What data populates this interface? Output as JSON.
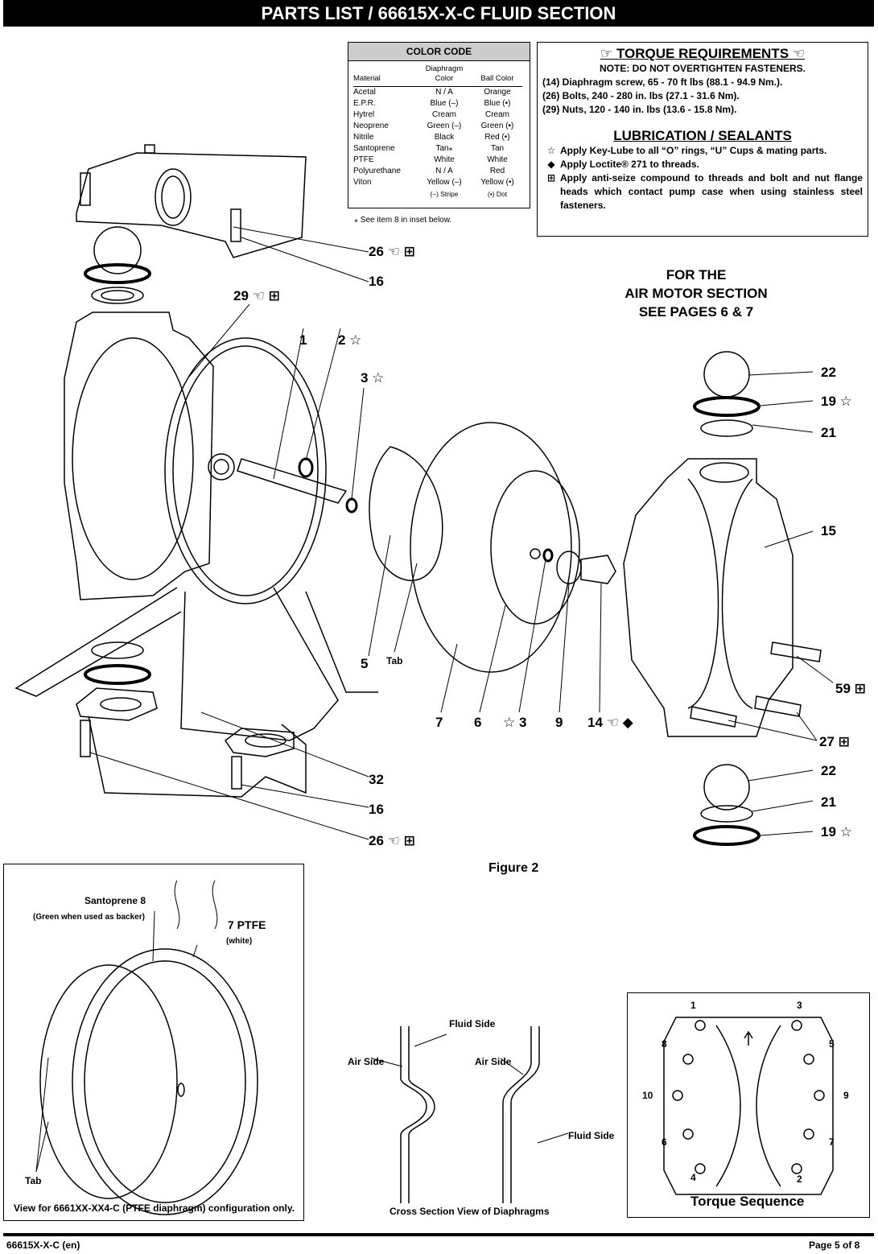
{
  "header": {
    "title": "PARTS LIST / 66615X-X-C FLUID SECTION"
  },
  "color_code": {
    "title": "COLOR CODE",
    "col_headers": {
      "material": "Material",
      "diaphragm": "Diaphragm Color",
      "ball": "Ball Color"
    },
    "rows": [
      {
        "material": "Acetal",
        "diaphragm": "N / A",
        "ball": "Orange"
      },
      {
        "material": "E.P.R.",
        "diaphragm": "Blue (–)",
        "ball": "Blue (•)"
      },
      {
        "material": "Hytrel",
        "diaphragm": "Cream",
        "ball": "Cream"
      },
      {
        "material": "Neoprene",
        "diaphragm": "Green (–)",
        "ball": "Green (•)"
      },
      {
        "material": "Nitrile",
        "diaphragm": "Black",
        "ball": "Red (•)"
      },
      {
        "material": "Santoprene",
        "diaphragm": "Tan⁎",
        "ball": "Tan"
      },
      {
        "material": "PTFE",
        "diaphragm": "White",
        "ball": "White"
      },
      {
        "material": "Polyurethane",
        "diaphragm": "N / A",
        "ball": "Red"
      },
      {
        "material": "Viton",
        "diaphragm": "Yellow (–)",
        "ball": "Yellow (•)"
      }
    ],
    "legend_stripe": "(–) Stripe",
    "legend_dot": "(•) Dot",
    "note": "⁎ See item 8 in inset below."
  },
  "torque": {
    "title": "TORQUE REQUIREMENTS",
    "note": "NOTE: DO NOT OVERTIGHTEN FASTENERS.",
    "items": [
      "(14) Diaphragm screw, 65 - 70 ft lbs (88.1 - 94.9 Nm.).",
      "(26) Bolts, 240 - 280 in. lbs (27.1 - 31.6 Nm).",
      "(29) Nuts, 120 - 140 in. lbs (13.6 - 15.8 Nm)."
    ],
    "lube_title": "LUBRICATION / SEALANTS",
    "lube_items": [
      {
        "symbol": "☆",
        "text": "Apply Key-Lube to all “O” rings, “U” Cups & mating parts."
      },
      {
        "symbol": "◆",
        "text": "Apply Loctite® 271 to threads."
      },
      {
        "symbol": "⊞",
        "text": "Apply anti-seize compound to threads and bolt and nut flange heads which contact pump case when using stainless steel fasteners."
      }
    ]
  },
  "air_motor_note": [
    "FOR THE",
    "AIR MOTOR SECTION",
    "SEE PAGES 6 & 7"
  ],
  "callouts": {
    "c26a": "26 ☜ ⊞",
    "c16a": "16",
    "c29": "29 ☜ ⊞",
    "c1": "1",
    "c2": "2 ☆",
    "c3a": "3 ☆",
    "c22a": "22",
    "c19a": "19 ☆",
    "c21a": "21",
    "c15": "15",
    "c5": "5",
    "tab1": "Tab",
    "c7": "7",
    "c6": "6",
    "c3b": "☆ 3",
    "c9": "9",
    "c14": "14 ☜ ◆",
    "c59": "59 ⊞",
    "c27": "27 ⊞",
    "c32": "32",
    "c16b": "16",
    "c26b": "26 ☜ ⊞",
    "c22b": "22",
    "c21b": "21",
    "c19b": "19 ☆"
  },
  "figure_label": "Figure 2",
  "inset": {
    "santoprene": "Santoprene 8",
    "santoprene_note": "(Green when used as backer)",
    "ptfe": "7 PTFE",
    "ptfe_note": "(white)",
    "tab": "Tab",
    "caption": "View for 6661XX-XX4-C (PTFE diaphragm) configuration only."
  },
  "cross_section": {
    "fluid_side_1": "Fluid Side",
    "air_side_1": "Air Side",
    "air_side_2": "Air Side",
    "fluid_side_2": "Fluid Side",
    "caption": "Cross Section View of Diaphragms"
  },
  "torque_sequence": {
    "numbers": [
      "1",
      "3",
      "8",
      "5",
      "10",
      "9",
      "6",
      "7",
      "4",
      "2"
    ],
    "caption": "Torque Sequence"
  },
  "footer": {
    "left": "66615X-X-C (en)",
    "right": "Page  5 of 8"
  }
}
